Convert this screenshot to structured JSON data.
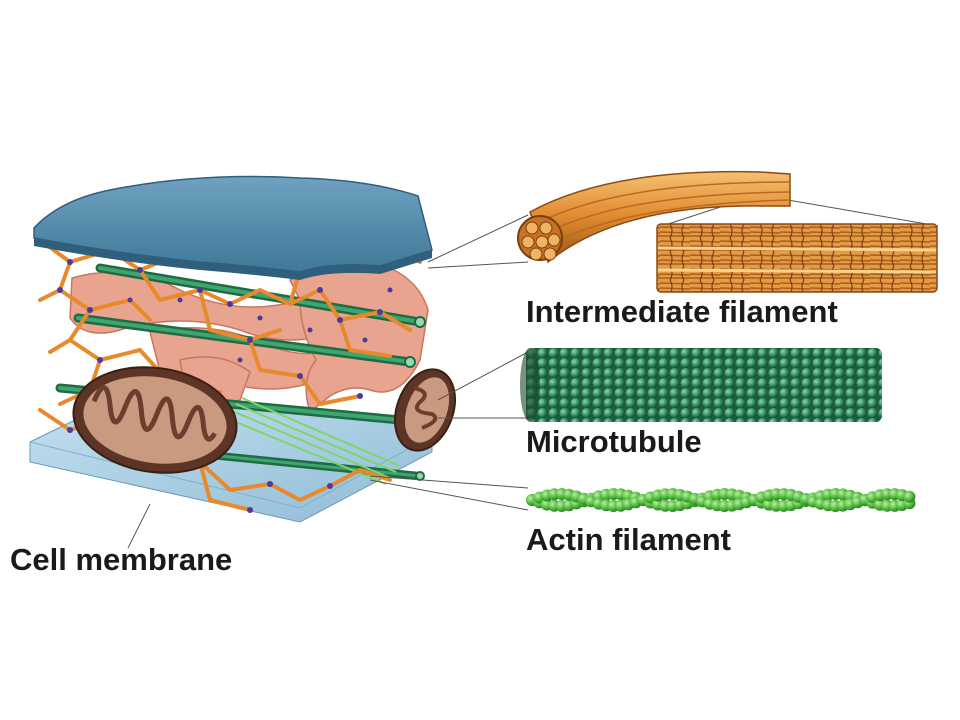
{
  "labels": {
    "intermediate_filament": "Intermediate filament",
    "microtubule": "Microtubule",
    "actin_filament": "Actin filament",
    "cell_membrane": "Cell membrane"
  },
  "colors": {
    "membrane_top": "#5b8fae",
    "membrane_bottom": "#a9cde3",
    "intermediate_filament": "#e08a2e",
    "microtubule": "#2e8a5a",
    "actin_filament": "#5cc24a",
    "er": "#e9a48f",
    "mitochondrion": "#6b3e2e",
    "ribosome": "#4b3a9c"
  }
}
